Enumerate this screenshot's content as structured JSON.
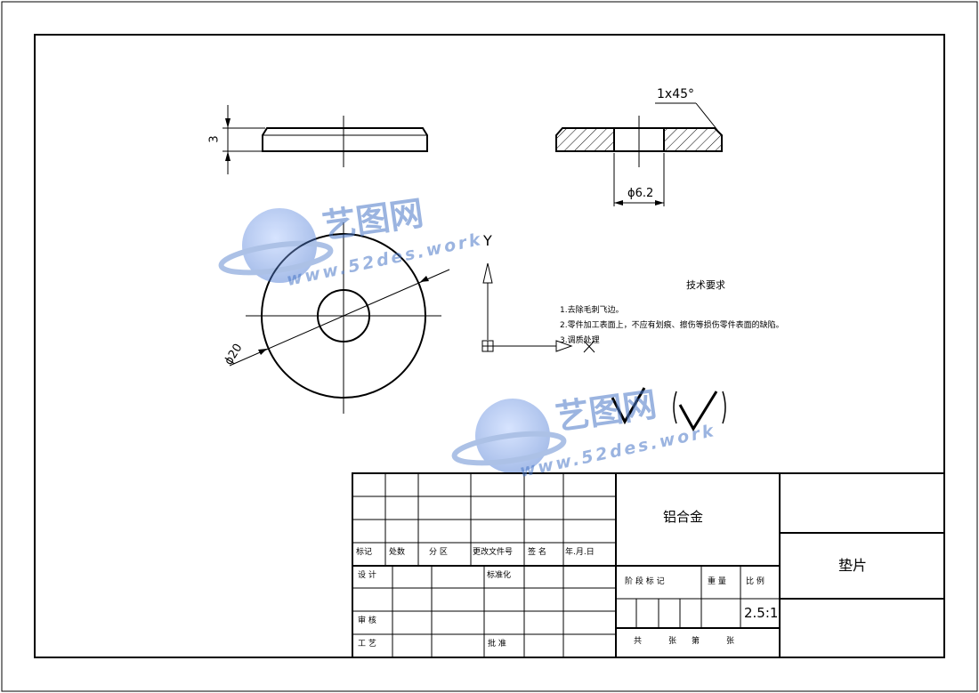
{
  "dimensions": {
    "thickness": "3",
    "chamfer": "1x45°",
    "bore": "ϕ6.2",
    "outer": "ϕ20"
  },
  "ucs_label": "Y",
  "tech_requirements": {
    "title": "技术要求",
    "items": [
      "1.去除毛刺飞边。",
      "2.零件加工表面上，不应有划痕、擦伤等损伤零件表面的缺陷。",
      "3.调质处理"
    ]
  },
  "title_block": {
    "material": "铝合金",
    "part_name": "垫片",
    "scale": "2.5:1",
    "revision_headers": [
      "标记",
      "处数",
      "分 区",
      "更改文件号",
      "签 名",
      "年.月.日"
    ],
    "design": "设 计",
    "standardization": "标准化",
    "check": "审 核",
    "process": "工 艺",
    "approve": "批 准",
    "stage_mark": "阶 段 标 记",
    "weight": "重 量",
    "scale_label": "比 例",
    "sheets": "共　　张　第　　张"
  },
  "watermark": {
    "brand": "艺图网",
    "url": "www.52des.work"
  }
}
